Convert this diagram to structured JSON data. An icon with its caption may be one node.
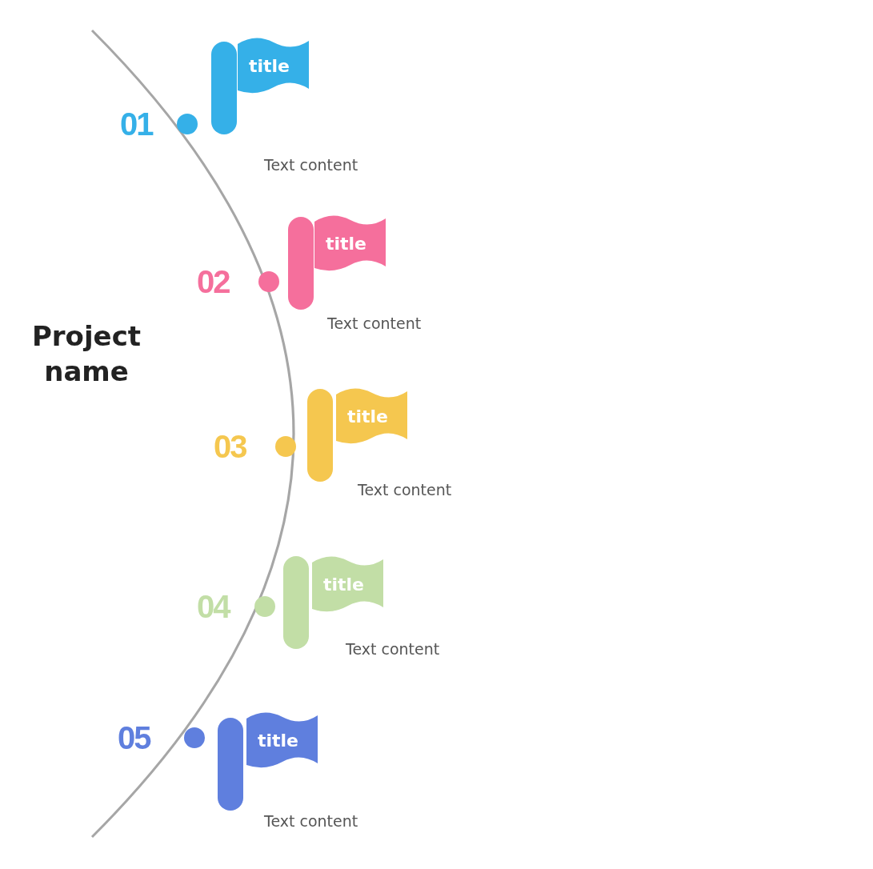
{
  "diagram": {
    "title": "Project name",
    "nodes": [
      {
        "text": [
          "title"
        ],
        "beside": [
          "01",
          "Text content"
        ]
      },
      {
        "text": [
          "title"
        ],
        "beside": [
          "02",
          "Text content"
        ]
      },
      {
        "text": [
          "title"
        ],
        "beside": [
          "03",
          "Text content"
        ]
      },
      {
        "text": [
          "title"
        ],
        "beside": [
          "04",
          "Text content"
        ]
      },
      {
        "text": [
          "title"
        ],
        "beside": [
          "05",
          "Text content"
        ]
      }
    ],
    "edges": []
  }
}
